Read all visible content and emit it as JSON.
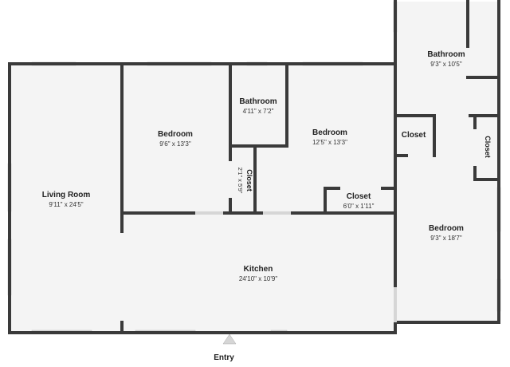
{
  "colors": {
    "floor": "#f4f4f4",
    "wall": "#3a3a3a",
    "window": "#d6d6d6",
    "background": "#ffffff",
    "text": "#222222"
  },
  "rooms": {
    "living_room": {
      "name": "Living Room",
      "dims": "9'11\" x 24'5\""
    },
    "bedroom_1": {
      "name": "Bedroom",
      "dims": "9'6\" x 13'3\""
    },
    "bathroom_1": {
      "name": "Bathroom",
      "dims": "4'11\" x 7'2\""
    },
    "closet_1": {
      "name": "Closet",
      "dims": "2'1\" x 5'9\""
    },
    "bedroom_2": {
      "name": "Bedroom",
      "dims": "12'5\" x 13'3\""
    },
    "closet_2": {
      "name": "Closet",
      "dims": "6'0\" x 1'11\""
    },
    "kitchen": {
      "name": "Kitchen",
      "dims": "24'10\" x 10'9\""
    },
    "bathroom_2": {
      "name": "Bathroom",
      "dims": "9'3\" x 10'5\""
    },
    "closet_3": {
      "name": "Closet"
    },
    "closet_4": {
      "name": "Closet"
    },
    "bedroom_3": {
      "name": "Bedroom",
      "dims": "9'3\" x 18'7\""
    }
  },
  "entry": {
    "label": "Entry",
    "icon": "entry-arrow-icon"
  }
}
